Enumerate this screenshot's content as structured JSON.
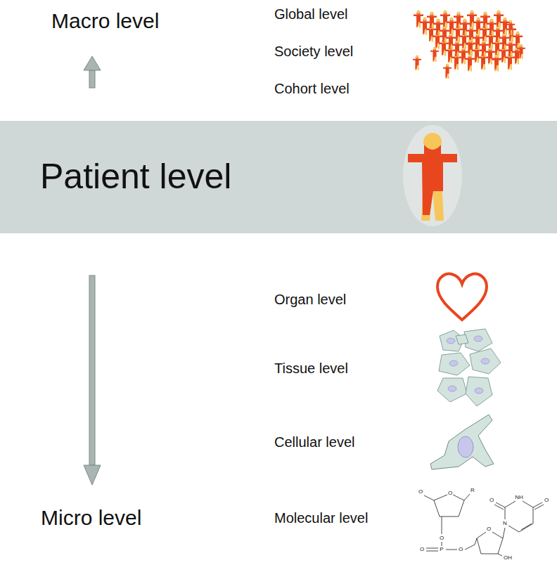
{
  "diagram": {
    "nodes": [
      {
        "text": [
          "Patient level"
        ]
      }
    ],
    "labels": [
      "Macro level",
      "Global level",
      "Society level",
      "Cohort level",
      "Organ level",
      "Tissue level",
      "Cellular level",
      "Micro level",
      "Molecular level",
      "O",
      "R",
      "O",
      "O",
      "O",
      "P",
      "O",
      "O",
      "O",
      "NH",
      "O",
      "N",
      "OH"
    ]
  }
}
